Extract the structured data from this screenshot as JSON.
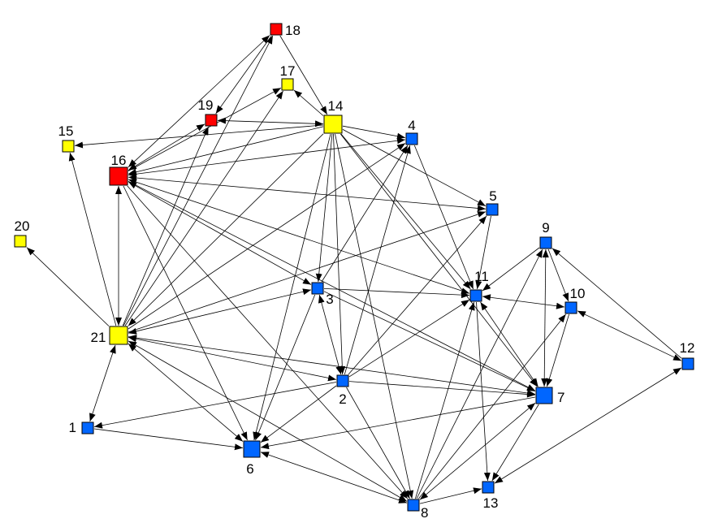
{
  "colors": {
    "red": "#ff0000",
    "yellow": "#ffff00",
    "blue": "#0066ff"
  },
  "nodes": [
    {
      "id": "1",
      "label": "1",
      "color": "blue"
    },
    {
      "id": "2",
      "label": "2",
      "color": "blue"
    },
    {
      "id": "3",
      "label": "3",
      "color": "blue"
    },
    {
      "id": "4",
      "label": "4",
      "color": "blue"
    },
    {
      "id": "5",
      "label": "5",
      "color": "blue"
    },
    {
      "id": "6",
      "label": "6",
      "color": "blue"
    },
    {
      "id": "7",
      "label": "7",
      "color": "blue"
    },
    {
      "id": "8",
      "label": "8",
      "color": "blue"
    },
    {
      "id": "9",
      "label": "9",
      "color": "blue"
    },
    {
      "id": "10",
      "label": "10",
      "color": "blue"
    },
    {
      "id": "11",
      "label": "11",
      "color": "blue"
    },
    {
      "id": "12",
      "label": "12",
      "color": "blue"
    },
    {
      "id": "13",
      "label": "13",
      "color": "blue"
    },
    {
      "id": "14",
      "label": "14",
      "color": "yellow"
    },
    {
      "id": "15",
      "label": "15",
      "color": "yellow"
    },
    {
      "id": "16",
      "label": "16",
      "color": "red"
    },
    {
      "id": "17",
      "label": "17",
      "color": "yellow"
    },
    {
      "id": "18",
      "label": "18",
      "color": "red"
    },
    {
      "id": "19",
      "label": "19",
      "color": "red"
    },
    {
      "id": "20",
      "label": "20",
      "color": "yellow"
    },
    {
      "id": "21",
      "label": "21",
      "color": "yellow"
    }
  ],
  "edges": [
    {
      "from": "1",
      "to": "6",
      "bidirectional": false
    },
    {
      "from": "1",
      "to": "21",
      "bidirectional": true
    },
    {
      "from": "2",
      "to": "1",
      "bidirectional": false
    },
    {
      "from": "2",
      "to": "3",
      "bidirectional": true
    },
    {
      "from": "2",
      "to": "4",
      "bidirectional": false
    },
    {
      "from": "2",
      "to": "5",
      "bidirectional": false
    },
    {
      "from": "2",
      "to": "6",
      "bidirectional": false
    },
    {
      "from": "2",
      "to": "7",
      "bidirectional": false
    },
    {
      "from": "2",
      "to": "8",
      "bidirectional": false
    },
    {
      "from": "2",
      "to": "11",
      "bidirectional": false
    },
    {
      "from": "2",
      "to": "21",
      "bidirectional": true
    },
    {
      "from": "3",
      "to": "4",
      "bidirectional": false
    },
    {
      "from": "3",
      "to": "6",
      "bidirectional": false
    },
    {
      "from": "3",
      "to": "7",
      "bidirectional": false
    },
    {
      "from": "3",
      "to": "11",
      "bidirectional": false
    },
    {
      "from": "3",
      "to": "21",
      "bidirectional": true
    },
    {
      "from": "4",
      "to": "11",
      "bidirectional": false
    },
    {
      "from": "5",
      "to": "11",
      "bidirectional": false
    },
    {
      "from": "6",
      "to": "8",
      "bidirectional": true
    },
    {
      "from": "7",
      "to": "6",
      "bidirectional": false
    },
    {
      "from": "7",
      "to": "8",
      "bidirectional": true
    },
    {
      "from": "7",
      "to": "11",
      "bidirectional": true
    },
    {
      "from": "7",
      "to": "13",
      "bidirectional": false
    },
    {
      "from": "7",
      "to": "21",
      "bidirectional": true
    },
    {
      "from": "8",
      "to": "9",
      "bidirectional": false
    },
    {
      "from": "8",
      "to": "10",
      "bidirectional": false
    },
    {
      "from": "8",
      "to": "11",
      "bidirectional": false
    },
    {
      "from": "8",
      "to": "13",
      "bidirectional": false
    },
    {
      "from": "8",
      "to": "21",
      "bidirectional": true
    },
    {
      "from": "9",
      "to": "7",
      "bidirectional": true
    },
    {
      "from": "9",
      "to": "10",
      "bidirectional": false
    },
    {
      "from": "9",
      "to": "11",
      "bidirectional": false
    },
    {
      "from": "10",
      "to": "7",
      "bidirectional": false
    },
    {
      "from": "10",
      "to": "11",
      "bidirectional": true
    },
    {
      "from": "11",
      "to": "13",
      "bidirectional": false
    },
    {
      "from": "12",
      "to": "9",
      "bidirectional": false
    },
    {
      "from": "12",
      "to": "10",
      "bidirectional": true
    },
    {
      "from": "12",
      "to": "13",
      "bidirectional": true
    },
    {
      "from": "14",
      "to": "2",
      "bidirectional": false
    },
    {
      "from": "14",
      "to": "3",
      "bidirectional": false
    },
    {
      "from": "14",
      "to": "4",
      "bidirectional": false
    },
    {
      "from": "14",
      "to": "5",
      "bidirectional": false
    },
    {
      "from": "14",
      "to": "6",
      "bidirectional": false
    },
    {
      "from": "14",
      "to": "7",
      "bidirectional": false
    },
    {
      "from": "14",
      "to": "8",
      "bidirectional": false
    },
    {
      "from": "14",
      "to": "11",
      "bidirectional": false
    },
    {
      "from": "14",
      "to": "15",
      "bidirectional": false
    },
    {
      "from": "14",
      "to": "16",
      "bidirectional": false
    },
    {
      "from": "14",
      "to": "17",
      "bidirectional": false
    },
    {
      "from": "14",
      "to": "19",
      "bidirectional": true
    },
    {
      "from": "14",
      "to": "21",
      "bidirectional": false
    },
    {
      "from": "16",
      "to": "3",
      "bidirectional": true
    },
    {
      "from": "16",
      "to": "4",
      "bidirectional": true
    },
    {
      "from": "16",
      "to": "5",
      "bidirectional": true
    },
    {
      "from": "16",
      "to": "6",
      "bidirectional": false
    },
    {
      "from": "16",
      "to": "7",
      "bidirectional": false
    },
    {
      "from": "16",
      "to": "8",
      "bidirectional": false
    },
    {
      "from": "16",
      "to": "11",
      "bidirectional": true
    },
    {
      "from": "16",
      "to": "17",
      "bidirectional": false
    },
    {
      "from": "16",
      "to": "18",
      "bidirectional": true
    },
    {
      "from": "16",
      "to": "19",
      "bidirectional": true
    },
    {
      "from": "16",
      "to": "21",
      "bidirectional": true
    },
    {
      "from": "18",
      "to": "14",
      "bidirectional": false
    },
    {
      "from": "18",
      "to": "19",
      "bidirectional": false
    },
    {
      "from": "21",
      "to": "4",
      "bidirectional": false
    },
    {
      "from": "21",
      "to": "5",
      "bidirectional": false
    },
    {
      "from": "21",
      "to": "6",
      "bidirectional": true
    },
    {
      "from": "21",
      "to": "15",
      "bidirectional": false
    },
    {
      "from": "21",
      "to": "17",
      "bidirectional": false
    },
    {
      "from": "21",
      "to": "18",
      "bidirectional": false
    },
    {
      "from": "21",
      "to": "19",
      "bidirectional": false
    },
    {
      "from": "21",
      "to": "20",
      "bidirectional": false
    }
  ]
}
